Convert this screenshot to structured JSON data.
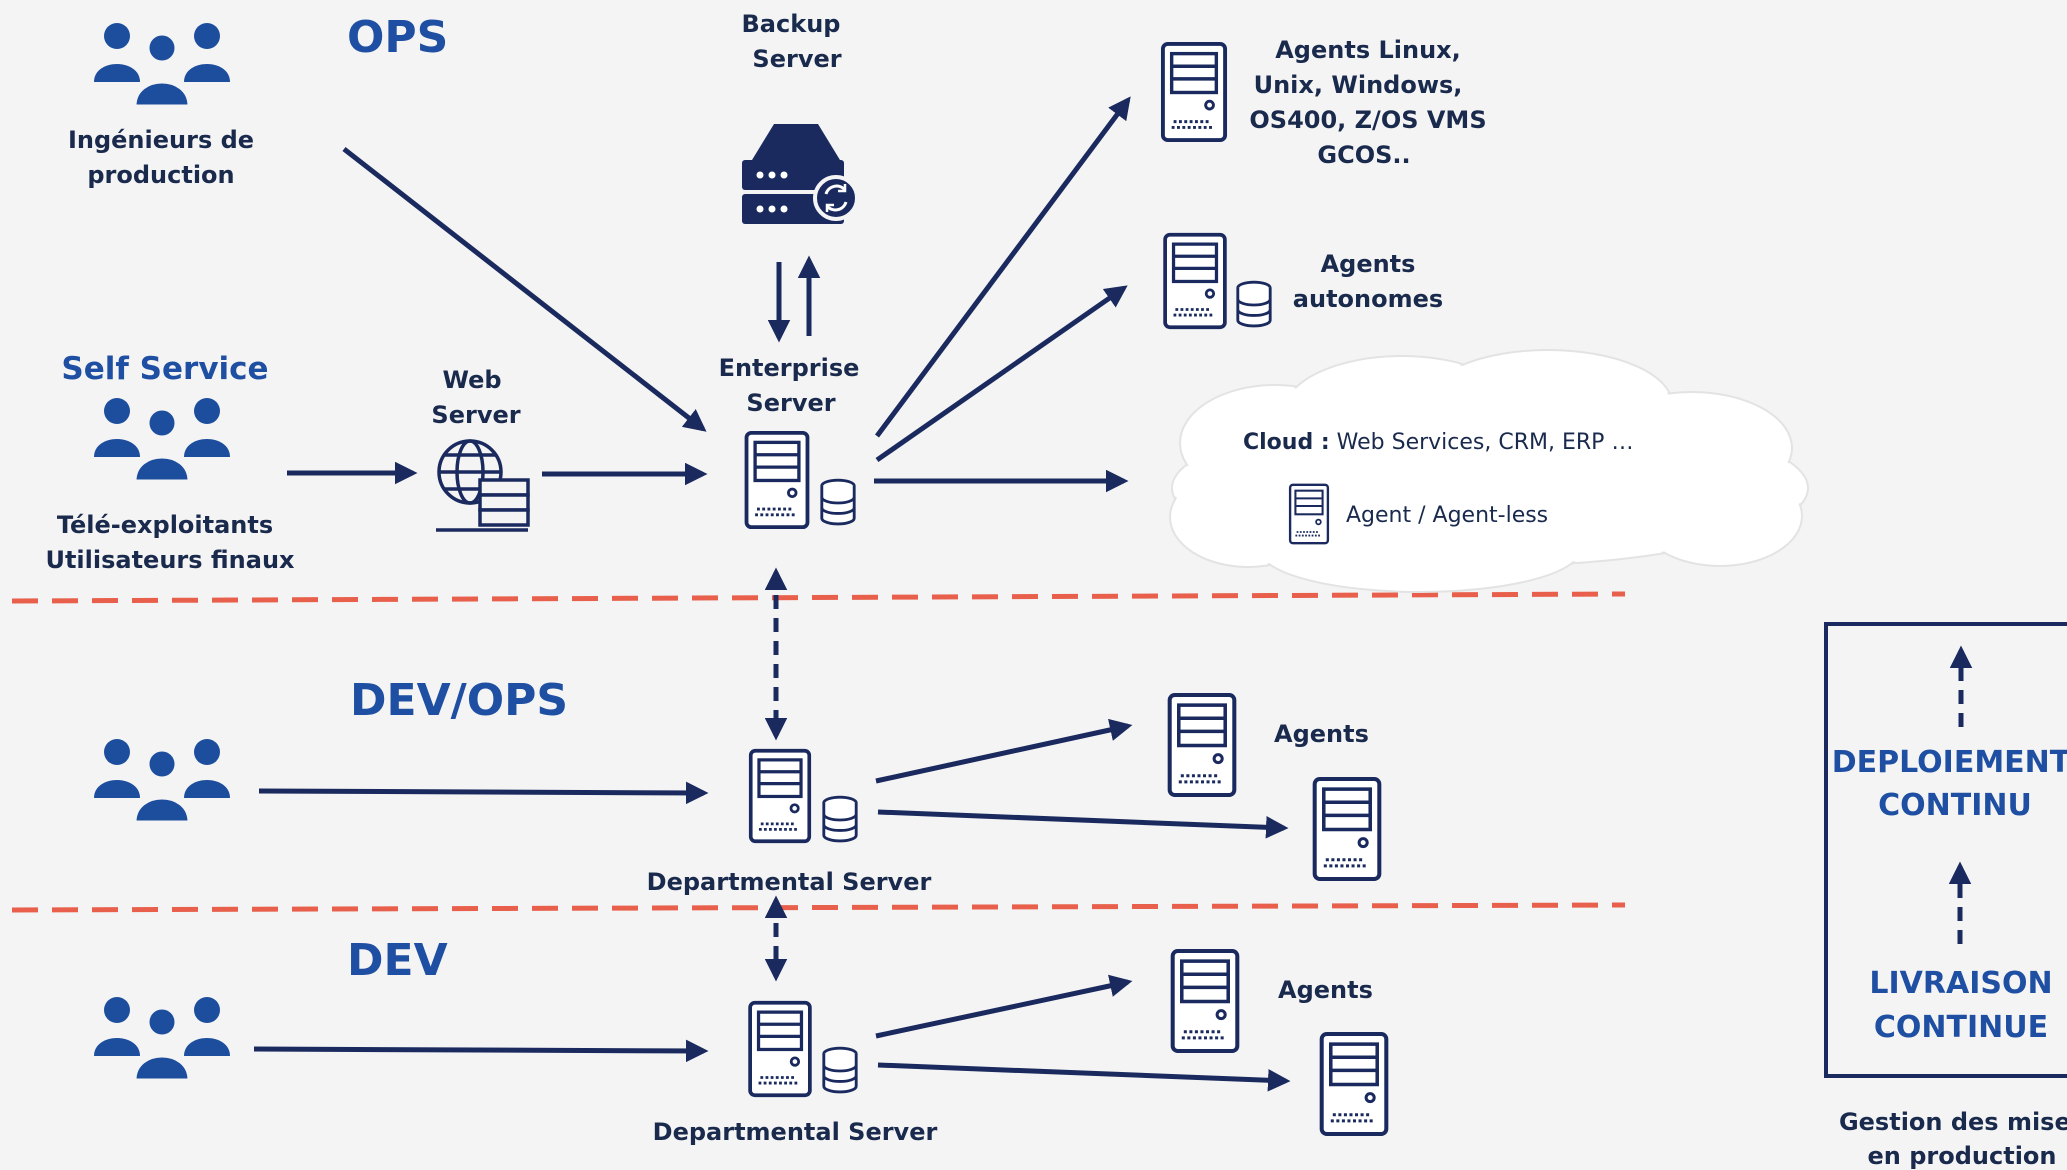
{
  "zones": {
    "ops": "OPS",
    "devops": "DEV/OPS",
    "dev": "DEV"
  },
  "self_service": "Self Service",
  "actors": {
    "prod_engineers": [
      "Ingénieurs de",
      "production"
    ],
    "operators": [
      "Télé-exploitants",
      "Utilisateurs finaux"
    ]
  },
  "servers": {
    "backup": [
      "Backup",
      "Server"
    ],
    "web": [
      "Web",
      "Server"
    ],
    "enterprise": [
      "Enterprise",
      "Server"
    ],
    "departmental_1": "Departmental  Server",
    "departmental_2": "Departmental  Server"
  },
  "agents": {
    "multi_os": [
      "Agents  Linux,",
      "Unix, Windows,",
      "OS400, Z/OS VMS",
      "GCOS.."
    ],
    "autonomous": [
      "Agents",
      "autonomes"
    ],
    "devops": "Agents",
    "dev": "Agents"
  },
  "cloud": {
    "label_bold": "Cloud :",
    "label_rest": " Web Services, CRM, ERP …",
    "agent": "Agent / Agent-less"
  },
  "pipeline": {
    "deploy": [
      "DEPLOIEMENT",
      "CONTINU"
    ],
    "delivery": [
      "LIVRAISON",
      "CONTINUE"
    ],
    "caption": [
      "Gestion des mises",
      "en production"
    ]
  },
  "colors": {
    "navy": "#1a2a5e",
    "title_blue": "#1f4fa3",
    "people_blue": "#1d4e9e",
    "divider": "#e8604c",
    "background": "#f4f4f4"
  }
}
